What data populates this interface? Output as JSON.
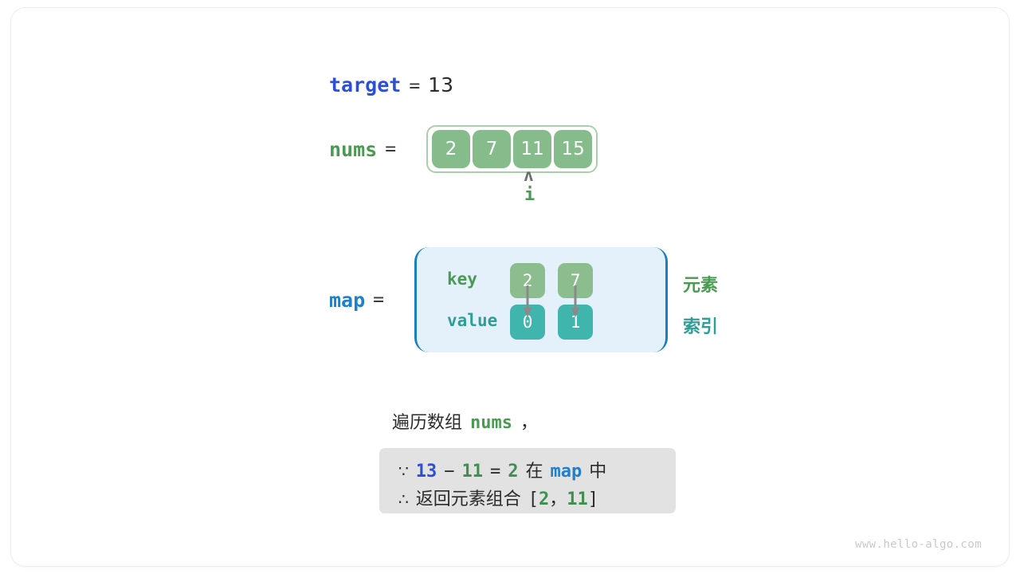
{
  "diagram": {
    "target": {
      "name": "target",
      "eq": "=",
      "value": "13"
    },
    "nums": {
      "name": "nums",
      "eq": "=",
      "cells": [
        "2",
        "7",
        "11",
        "15"
      ],
      "pointer": {
        "caret": "ʌ",
        "label": "i",
        "index": 2
      }
    },
    "map": {
      "name": "map",
      "eq": "=",
      "row_labels": {
        "key": "key",
        "value": "value"
      },
      "entries": [
        {
          "key": "2",
          "value": "0"
        },
        {
          "key": "7",
          "value": "1"
        }
      ]
    },
    "legend": {
      "element": "元素",
      "index": "索引"
    },
    "caption": {
      "prefix": "遍历数组",
      "variable": "nums",
      "suffix": "，"
    },
    "result": {
      "line1": {
        "symbol": "∵",
        "a": "13",
        "op": "−",
        "b": "11",
        "eq": "=",
        "c": "2",
        "cn_in": "在",
        "map": "map",
        "cn_mid": "中"
      },
      "line2": {
        "symbol": "∴",
        "cn": "返回元素组合",
        "bracket_open": "[",
        "a": "2",
        "comma": "，",
        "b": "11",
        "bracket_close": "]"
      }
    },
    "watermark": "www.hello-algo.com",
    "colors": {
      "target_blue": "#2d4fd6",
      "map_blue": "#2080c8",
      "nums_green": "#4a9b52",
      "cell_green": "#86bb8c",
      "key_green": "#8cbd8e",
      "value_teal": "#3fb5ad",
      "index_teal": "#2e9e97",
      "map_bg": "#e4f0fa",
      "map_border": "#1a7fc1",
      "result_bg": "#e2e2e2",
      "arrow_gray": "#8a8a8a",
      "frame_green": "#a9d0ab"
    }
  }
}
